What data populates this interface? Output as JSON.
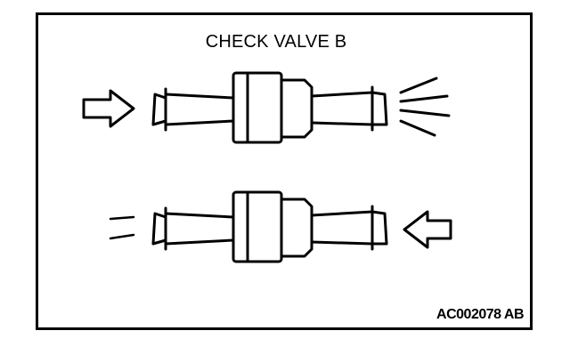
{
  "figure": {
    "title": "CHECK VALVE B",
    "code": "AC002078",
    "code_suffix": "AB"
  },
  "colors": {
    "line": "#000000",
    "background": "#ffffff"
  }
}
